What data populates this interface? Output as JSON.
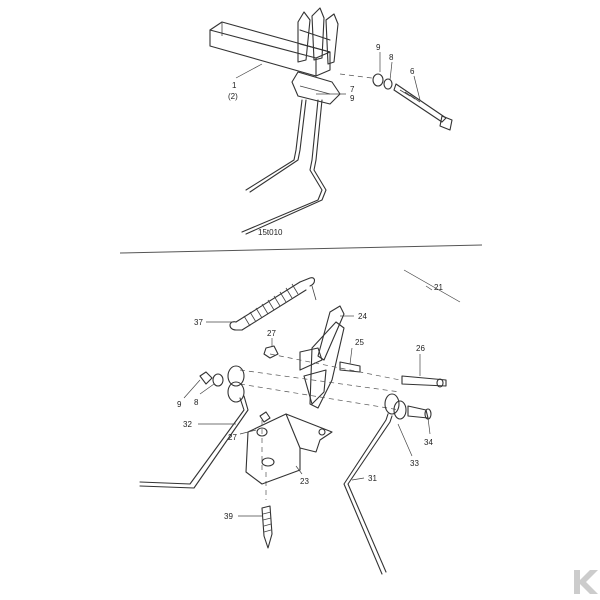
{
  "figure_code": "15t010",
  "upper_group": {
    "callouts": [
      {
        "id": "u-1",
        "text": "1"
      },
      {
        "id": "u-1b",
        "text": "(2)"
      },
      {
        "id": "u-9a",
        "text": "9"
      },
      {
        "id": "u-8",
        "text": "8"
      },
      {
        "id": "u-6",
        "text": "6"
      },
      {
        "id": "u-7",
        "text": "7"
      },
      {
        "id": "u-9b",
        "text": "9"
      }
    ]
  },
  "lower_group": {
    "callouts": [
      {
        "id": "l-21",
        "text": "21"
      },
      {
        "id": "l-37",
        "text": "37"
      },
      {
        "id": "l-24",
        "text": "24"
      },
      {
        "id": "l-27a",
        "text": "27"
      },
      {
        "id": "l-25",
        "text": "25"
      },
      {
        "id": "l-26",
        "text": "26"
      },
      {
        "id": "l-9",
        "text": "9"
      },
      {
        "id": "l-8",
        "text": "8"
      },
      {
        "id": "l-32",
        "text": "32"
      },
      {
        "id": "l-27b",
        "text": "27"
      },
      {
        "id": "l-34",
        "text": "34"
      },
      {
        "id": "l-33",
        "text": "33"
      },
      {
        "id": "l-23",
        "text": "23"
      },
      {
        "id": "l-31",
        "text": "31"
      },
      {
        "id": "l-39",
        "text": "39"
      }
    ]
  },
  "watermark": {
    "color": "#cccccc",
    "icon": "k-logo-icon"
  }
}
